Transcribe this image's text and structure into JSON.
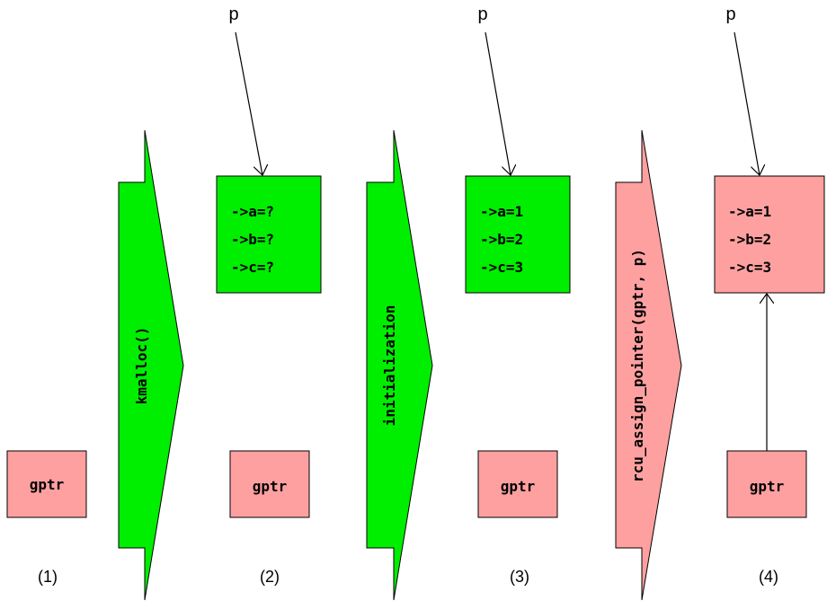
{
  "pointer_label": "p",
  "gptr_label": "gptr",
  "stages": [
    {
      "caption": "(1)"
    },
    {
      "caption": "(2)",
      "fields": [
        "->a=?",
        "->b=?",
        "->c=?"
      ]
    },
    {
      "caption": "(3)",
      "fields": [
        "->a=1",
        "->b=2",
        "->c=3"
      ]
    },
    {
      "caption": "(4)",
      "fields": [
        "->a=1",
        "->b=2",
        "->c=3"
      ]
    }
  ],
  "transitions": [
    {
      "label": "kmalloc()",
      "color": "#00ee00"
    },
    {
      "label": "initialization",
      "color": "#00ee00"
    },
    {
      "label": "rcu_assign_pointer(gptr, p)",
      "color": "#ffa0a0"
    }
  ],
  "colors": {
    "green_box": "#00ee00",
    "pink_box": "#ffa0a0",
    "outline": "#000000"
  }
}
